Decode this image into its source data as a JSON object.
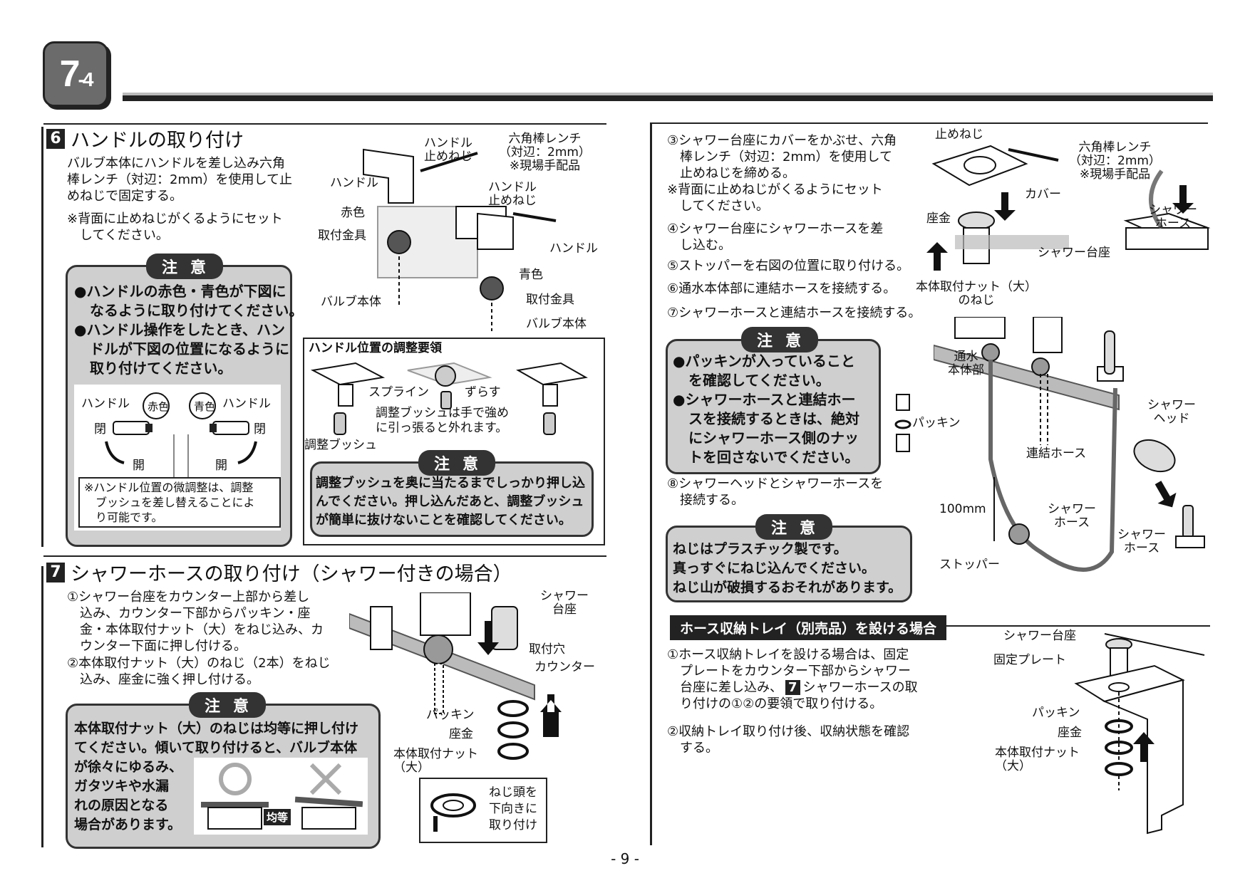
{
  "chapter": {
    "main": "7",
    "sub": "-4"
  },
  "s6": {
    "num": "6",
    "title": "ハンドルの取り付け",
    "body": [
      "バルブ本体にハンドルを差し込み六角",
      "棒レンチ（対辺：2mm）を使用して止",
      "めねじで固定する。"
    ],
    "note": [
      "※背面に止めねじがくるようにセット",
      "してください。"
    ],
    "caution_label": "注意",
    "caution": [
      "●ハンドルの赤色・青色が下図に",
      "なるように取り付けてください。",
      "●ハンドル操作をしたとき、ハン",
      "ドルが下図の位置になるように",
      "取り付けてください。"
    ],
    "diag": {
      "handle_l": "ハンドル",
      "red": "赤色",
      "blue": "青色",
      "handle_r": "ハンドル",
      "close": "閉",
      "open": "開"
    },
    "diag_note": [
      "※ハンドル位置の微調整は、調整",
      "ブッシュを差し替えることによ",
      "り可能です。"
    ],
    "fig": {
      "handle_screw": [
        "ハンドル",
        "止めねじ"
      ],
      "wrench": [
        "六角棒レンチ",
        "（対辺：2mm）",
        "※現場手配品"
      ],
      "handle": "ハンドル",
      "red": "赤色",
      "fitting": "取付金具",
      "valve": "バルブ本体",
      "handle_screw2": [
        "ハンドル",
        "止めねじ"
      ],
      "handle2": "ハンドル",
      "blue": "青色",
      "fitting2": "取付金具",
      "valve2": "バルブ本体"
    },
    "adj": {
      "title": "ハンドル位置の調整要領",
      "spline": "スプライン",
      "shift": "ずらす",
      "note": [
        "調整ブッシュは手で強め",
        "に引っ張ると外れます。"
      ],
      "bush": "調整ブッシュ",
      "caution_label": "注意",
      "caution": [
        "調整ブッシュを奥に当たるまでしっかり押し込",
        "んでください。押し込んだあと、調整ブッシュ",
        "が簡単に抜けないことを確認してください。"
      ]
    }
  },
  "s7": {
    "num": "7",
    "title": "シャワーホースの取り付け（シャワー付きの場合）",
    "step1": [
      "①シャワー台座をカウンター上部から差し",
      "込み、カウンター下部からパッキン・座",
      "金・本体取付ナット（大）をねじ込み、カ",
      "ウンター下面に押し付ける。"
    ],
    "step2": [
      "②本体取付ナット（大）のねじ（2本）をねじ",
      "込み、座金に強く押し付ける。"
    ],
    "caution_label": "注意",
    "caution_top": [
      "本体取付ナット（大）のねじは均等に押し付け",
      "てください。傾いて取り付けると、バルブ本体"
    ],
    "caution_left": [
      "が徐々にゆるみ、",
      "ガタツキや水漏",
      "れの原因となる",
      "場合があります。"
    ],
    "even": "均等",
    "fig": {
      "shower_base": [
        "シャワー",
        "台座"
      ],
      "hole": "取付穴",
      "counter": "カウンター",
      "packing": "パッキン",
      "washer": "座金",
      "nut": [
        "本体取付ナット",
        "（大）"
      ],
      "screw_note": [
        "ねじ頭を",
        "下向きに",
        "取り付け"
      ]
    }
  },
  "right": {
    "step3": [
      "③シャワー台座にカバーをかぶせ、六角",
      "棒レンチ（対辺：2mm）を使用して",
      "止めねじを締める。"
    ],
    "note3": [
      "※背面に止めねじがくるようにセット",
      "してください。"
    ],
    "step4": [
      "④シャワー台座にシャワーホースを差",
      "し込む。"
    ],
    "step5": "⑤ストッパーを右図の位置に取り付ける。",
    "step6": "⑥通水本体部に連結ホースを接続する。",
    "step7": "⑦シャワーホースと連結ホースを接続する。",
    "caution1_label": "注意",
    "caution1": [
      "●パッキンが入っていること",
      "を確認してください。",
      "●シャワーホースと連結ホー",
      "スを接続するときは、絶対",
      "にシャワーホース側のナッ",
      "トを回さないでください。"
    ],
    "packing": "パッキン",
    "step8": [
      "⑧シャワーヘッドとシャワーホースを",
      "接続する。"
    ],
    "caution2_label": "注意",
    "caution2": [
      "ねじはプラスチック製です。",
      "真っすぐにねじ込んでください。",
      "ねじ山が破損するおそれがあります。"
    ],
    "fig": {
      "set_screw": "止めねじ",
      "wrench": [
        "六角棒レンチ",
        "（対辺：2mm）",
        "※現場手配品"
      ],
      "cover": "カバー",
      "washer": "座金",
      "nut": [
        "本体取付ナット（大）",
        "のねじ"
      ],
      "shower_hose": [
        "シャワー",
        "ホース"
      ],
      "shower_base": "シャワー台座",
      "water_body": [
        "通水",
        "本体部"
      ],
      "link_hose": "連結ホース",
      "dim": "100mm",
      "shower_hose2": [
        "シャワー",
        "ホース"
      ],
      "stopper": "ストッパー",
      "shower_head": [
        "シャワー",
        "ヘッド"
      ],
      "shower_hose3": [
        "シャワー",
        "ホース"
      ]
    },
    "tray": {
      "title": "ホース収納トレイ（別売品）を設ける場合",
      "step1": [
        "①ホース収納トレイを設ける場合は、固定",
        "プレートをカウンター下部からシャワー",
        "台座に差し込み、",
        "シャワーホースの取",
        "り付けの①②の要領で取り付ける。"
      ],
      "ref": "7",
      "step2": [
        "②収納トレイ取り付け後、収納状態を確認",
        "する。"
      ],
      "fig": {
        "shower_base": "シャワー台座",
        "plate": "固定プレート",
        "packing": "パッキン",
        "washer": "座金",
        "nut": [
          "本体取付ナット",
          "（大）"
        ]
      }
    }
  },
  "page": "- 9 -"
}
